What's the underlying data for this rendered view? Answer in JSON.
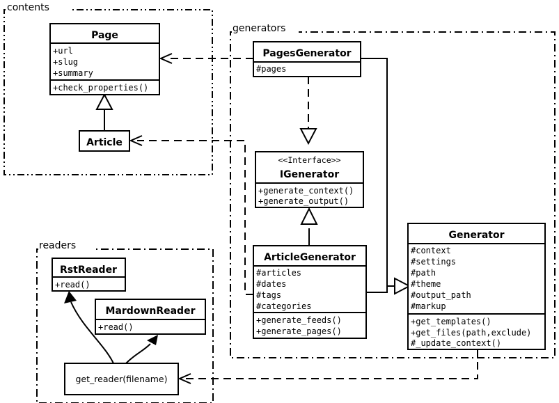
{
  "diagram": {
    "title": "UML Class Diagram",
    "background": "#ffffff",
    "line_color": "#000000"
  },
  "packages": {
    "contents": {
      "label": "contents"
    },
    "generators": {
      "label": "generators"
    },
    "readers": {
      "label": "readers"
    }
  },
  "classes": {
    "page": {
      "name": "Page",
      "attributes": [
        "+url",
        "+slug",
        "+summary"
      ],
      "methods": [
        "+check_properties()"
      ],
      "attr0": "+url",
      "attr1": "+slug",
      "attr2": "+summary",
      "meth0": "+check_properties()"
    },
    "article": {
      "name": "Article"
    },
    "pages_generator": {
      "name": "PagesGenerator",
      "attributes": [
        "#pages"
      ],
      "attr0": "#pages"
    },
    "igenerator": {
      "stereotype": "<<Interface>>",
      "name": "IGenerator",
      "methods": [
        "+generate_context()",
        "+generate_output()"
      ],
      "meth0": "+generate_context()",
      "meth1": "+generate_output()"
    },
    "article_generator": {
      "name": "ArticleGenerator",
      "attributes": [
        "#articles",
        "#dates",
        "#tags",
        "#categories"
      ],
      "methods": [
        "+generate_feeds()",
        "+generate_pages()"
      ],
      "attr0": "#articles",
      "attr1": "#dates",
      "attr2": "#tags",
      "attr3": "#categories",
      "meth0": "+generate_feeds()",
      "meth1": "+generate_pages()"
    },
    "generator": {
      "name": "Generator",
      "attributes": [
        "#context",
        "#settings",
        "#path",
        "#theme",
        "#output_path",
        "#markup"
      ],
      "methods": [
        "+get_templates()",
        "+get_files(path,exclude)",
        "#_update_context()"
      ],
      "attr0": "#context",
      "attr1": "#settings",
      "attr2": "#path",
      "attr3": "#theme",
      "attr4": "#output_path",
      "attr5": "#markup",
      "meth0": "+get_templates()",
      "meth1": "+get_files(path,exclude)",
      "meth2": "#_update_context()"
    },
    "rst_reader": {
      "name": "RstReader",
      "methods": [
        "+read()"
      ],
      "meth0": "+read()"
    },
    "mardown_reader": {
      "name": "MardownReader",
      "methods": [
        "+read()"
      ],
      "meth0": "+read()"
    },
    "get_reader": {
      "name": "get_reader(filename)"
    }
  },
  "relationships": [
    {
      "id": "article-inherits-page",
      "from": "Article",
      "to": "Page",
      "type": "generalization"
    },
    {
      "id": "pagesgenerator-realizes-igenerator",
      "from": "PagesGenerator",
      "to": "IGenerator",
      "type": "realization"
    },
    {
      "id": "articlegenerator-realizes-igenerator",
      "from": "ArticleGenerator",
      "to": "IGenerator",
      "type": "generalization"
    },
    {
      "id": "pagesgenerator-inherits-generator",
      "from": "PagesGenerator",
      "to": "Generator",
      "type": "generalization"
    },
    {
      "id": "articlegenerator-inherits-generator",
      "from": "ArticleGenerator",
      "to": "Generator",
      "type": "generalization"
    },
    {
      "id": "pagesgenerator-depends-page",
      "from": "PagesGenerator",
      "to": "Page",
      "type": "dependency"
    },
    {
      "id": "articlegenerator-depends-article",
      "from": "ArticleGenerator",
      "to": "Article",
      "type": "dependency"
    },
    {
      "id": "generator-depends-get_reader",
      "from": "Generator",
      "to": "get_reader(filename)",
      "type": "dependency"
    },
    {
      "id": "get_reader-creates-rstreader",
      "from": "get_reader(filename)",
      "to": "RstReader",
      "type": "create"
    },
    {
      "id": "get_reader-creates-mardownreader",
      "from": "get_reader(filename)",
      "to": "MardownReader",
      "type": "create"
    }
  ]
}
